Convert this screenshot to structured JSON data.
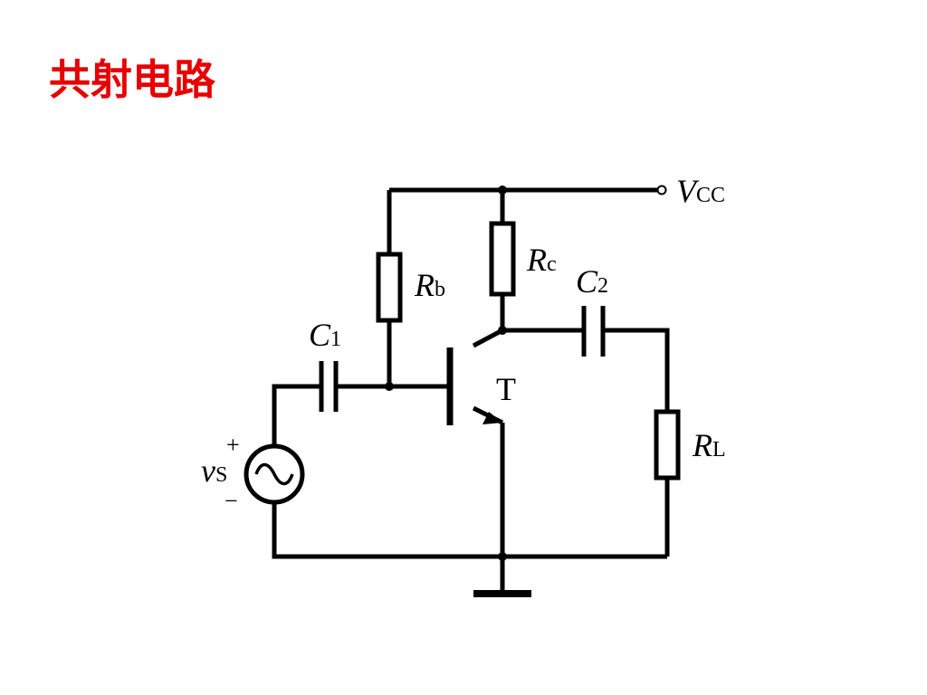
{
  "slide": {
    "title": "共射电路",
    "title_color": "#e60000"
  },
  "circuit": {
    "supply": {
      "symbol": "V",
      "sub": "CC"
    },
    "resistors": [
      {
        "symbol": "R",
        "sub": "b"
      },
      {
        "symbol": "R",
        "sub": "c"
      },
      {
        "symbol": "R",
        "sub": "L"
      }
    ],
    "capacitors": [
      {
        "symbol": "C",
        "sub": "1"
      },
      {
        "symbol": "C",
        "sub": "2"
      }
    ],
    "transistor": {
      "label": "T"
    },
    "source": {
      "symbol": "v",
      "sub": "S",
      "plus": "+",
      "minus": "−"
    }
  }
}
